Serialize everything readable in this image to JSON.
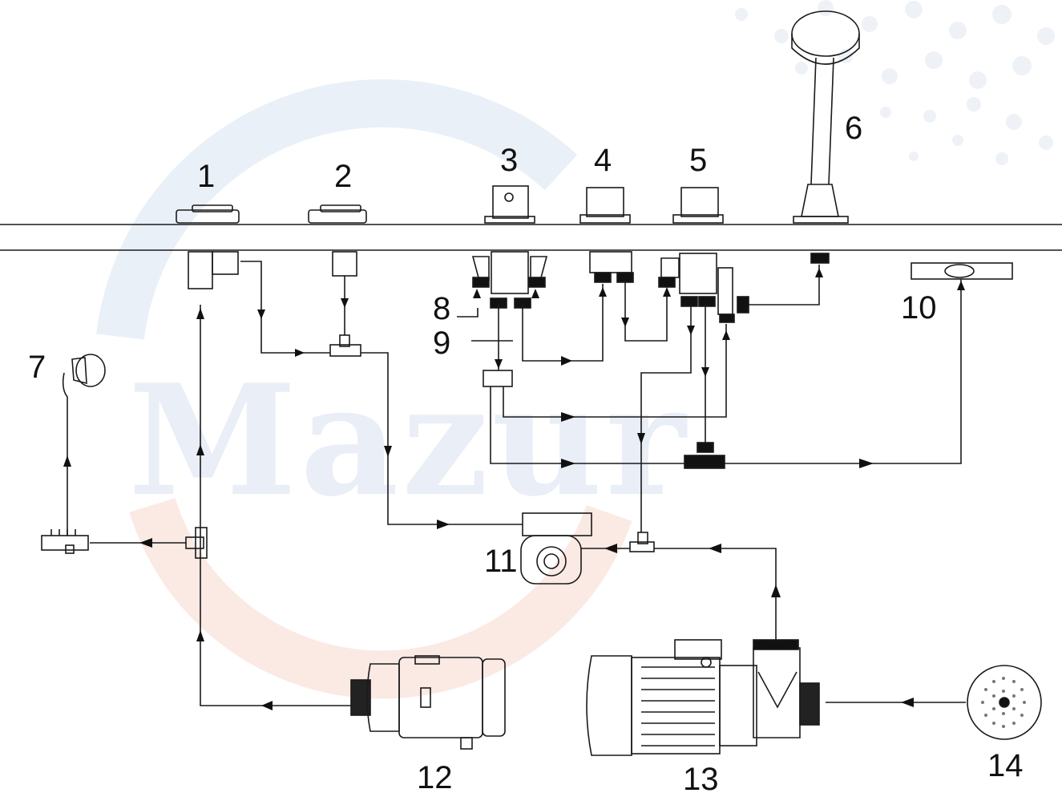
{
  "watermark_text": "Mazur",
  "part_numbers": [
    "1",
    "2",
    "3",
    "4",
    "5",
    "6",
    "7",
    "8",
    "9",
    "10",
    "11",
    "12",
    "13",
    "14"
  ],
  "colors": {
    "line": "#1a1a1a",
    "watermark_blue": "#e9eef7",
    "watermark_red": "#fbe9e4",
    "dots": "#eef1f6"
  }
}
